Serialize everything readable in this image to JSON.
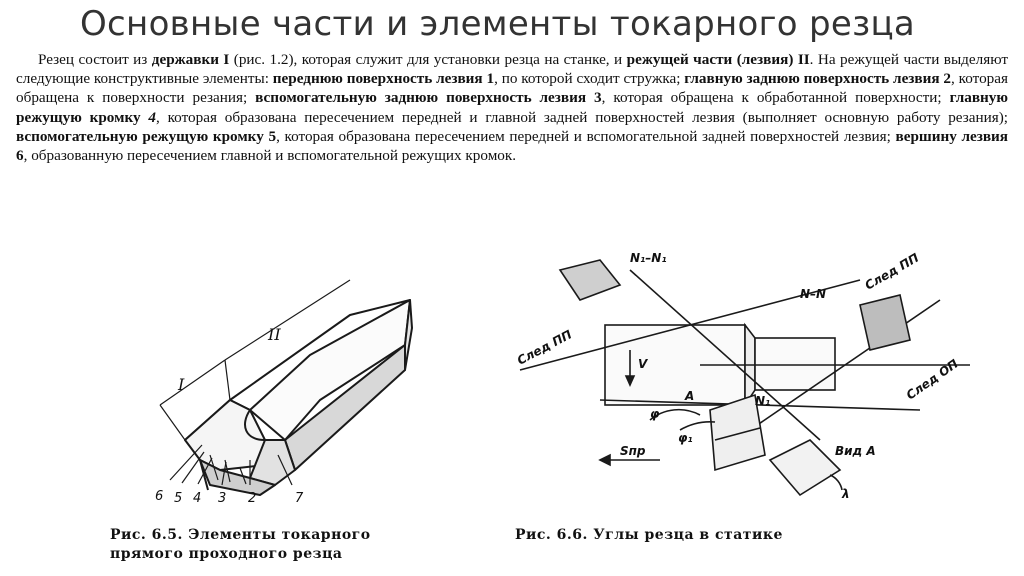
{
  "title": "Основные части и элементы токарного резца",
  "paragraph": [
    {
      "t": "Резец состоит из ",
      "b": false
    },
    {
      "t": "державки I",
      "b": true
    },
    {
      "t": " (рис. 1.2), которая служит для установки резца на станке, и ",
      "b": false
    },
    {
      "t": "режущей части (лезвия) II",
      "b": true
    },
    {
      "t": ". На режущей части выделяют следующие конструктивные элементы: ",
      "b": false
    },
    {
      "t": "переднюю поверхность лезвия 1",
      "b": true
    },
    {
      "t": ", по которой сходит стружка; ",
      "b": false
    },
    {
      "t": "главную заднюю поверхность лезвия 2",
      "b": true
    },
    {
      "t": ", которая обращена к поверхности резания; ",
      "b": false
    },
    {
      "t": "вспомогательную заднюю поверхность лезвия 3",
      "b": true
    },
    {
      "t": ", которая обращена к обработанной поверхности; ",
      "b": false
    },
    {
      "t": "главную режущую кромку ",
      "b": true
    },
    {
      "t": "4",
      "b": true,
      "i": true
    },
    {
      "t": ", которая образована пересечением передней и главной задней поверхностей лезвия (выполняет основную работу резания); ",
      "b": false
    },
    {
      "t": "вспомогательную режущую кромку 5",
      "b": true
    },
    {
      "t": ", которая образована пересечением передней и вспомогательной задней поверхностей лезвия; ",
      "b": false
    },
    {
      "t": "вершину лезвия 6",
      "b": true
    },
    {
      "t": ", образованную пересечением главной и вспомогательной режущих кромок.",
      "b": false
    }
  ],
  "figure_left": {
    "caption_line1": "Рис. 6.5. Элементы токарного",
    "caption_line2": "прямого проходного резца",
    "label_I": "I",
    "label_II": "II",
    "numbers": [
      "6",
      "5",
      "4",
      "3",
      "2",
      "7"
    ]
  },
  "figure_right": {
    "caption": "Рис. 6.6. Углы резца в статике",
    "labels": {
      "n1n1": "N₁–N₁",
      "nn": "N–N",
      "sled1": "След ПП",
      "sled2": "След ПП",
      "sled3": "След ОП",
      "vid": "Вид А",
      "snp": "Sпр",
      "a": "A",
      "nn1": "N₁",
      "v": "V",
      "phi": "φ",
      "phi1": "φ₁",
      "lam": "λ"
    }
  }
}
